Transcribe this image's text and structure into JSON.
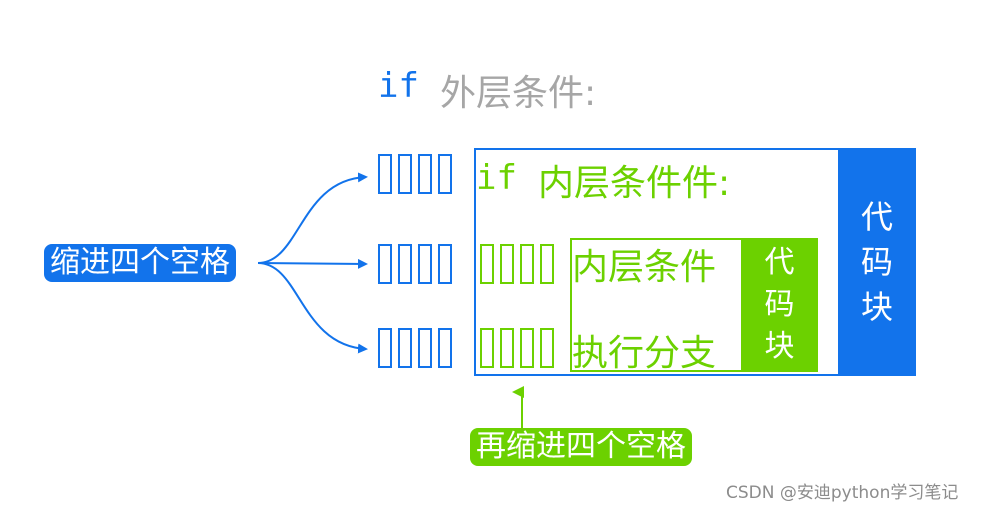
{
  "header": {
    "keyword": "if",
    "condition": "外层条件:"
  },
  "inner_header": {
    "keyword": "if",
    "condition": "内层条件件:"
  },
  "outer_block": {
    "chars": [
      "代",
      "码",
      "块"
    ]
  },
  "inner_block": {
    "chars": [
      "代",
      "码",
      "块"
    ]
  },
  "inner_lines": [
    "内层条件",
    "执行分支"
  ],
  "labels": {
    "indent_four": "缩进四个空格",
    "reindent_four": "再缩进四个空格"
  },
  "watermark": "CSDN @安迪python学习笔记",
  "colors": {
    "blue": "#1273EB",
    "green": "#6CD100",
    "gray": "#A6A6A6"
  }
}
